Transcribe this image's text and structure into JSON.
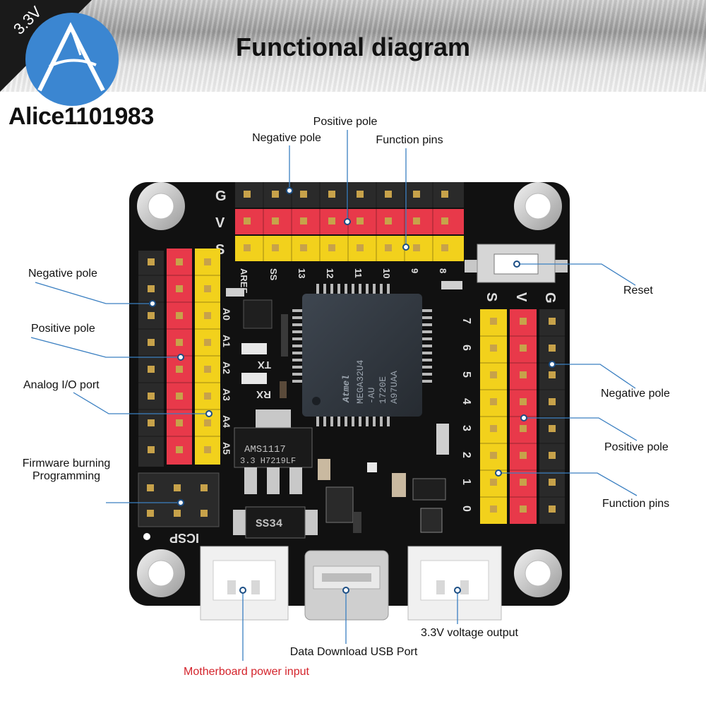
{
  "header": {
    "title": "Functional diagram",
    "corner_label": "3.3V",
    "watermark": "Alice1101983"
  },
  "board": {
    "chip_text": [
      "MEGA32U4",
      "-AU",
      "1720E",
      "A97UAA"
    ],
    "chip_brand": "Atmel",
    "regulator_text": [
      "AMS1117",
      "3.3  H7219LF"
    ],
    "diode_text": "SS34",
    "led_labels": [
      "TX",
      "RX"
    ],
    "icsp_label": "ICSP",
    "top_header_rows": [
      "G",
      "V",
      "S"
    ],
    "top_pin_labels": [
      "AREF",
      "SS",
      "13",
      "12",
      "11",
      "10",
      "9",
      "8"
    ],
    "right_header_cols": [
      "S",
      "V",
      "G"
    ],
    "right_pin_labels": [
      "7",
      "6",
      "5",
      "4",
      "3",
      "2",
      "1",
      "0"
    ],
    "left_pin_labels": [
      "A0",
      "A1",
      "A2",
      "A3",
      "A4",
      "A5"
    ],
    "colors": {
      "pcb": "#111111",
      "red_header": "#e8394a",
      "yellow_header": "#f2d11c",
      "black_header": "#2a2a2a",
      "annotation_line": "#3a7fc1"
    }
  },
  "labels": {
    "top_negative": "Negative pole",
    "top_positive": "Positive pole",
    "top_function": "Function pins",
    "left_negative": "Negative pole",
    "left_positive": "Positive pole",
    "left_analog": "Analog I/O port",
    "left_firmware_1": "Firmware burning",
    "left_firmware_2": "Programming",
    "right_reset": "Reset",
    "right_negative": "Negative pole",
    "right_positive": "Positive pole",
    "right_function": "Function pins",
    "bottom_power": "Motherboard power input",
    "bottom_usb": "Data Download USB Port",
    "bottom_33v": "3.3V voltage output"
  }
}
